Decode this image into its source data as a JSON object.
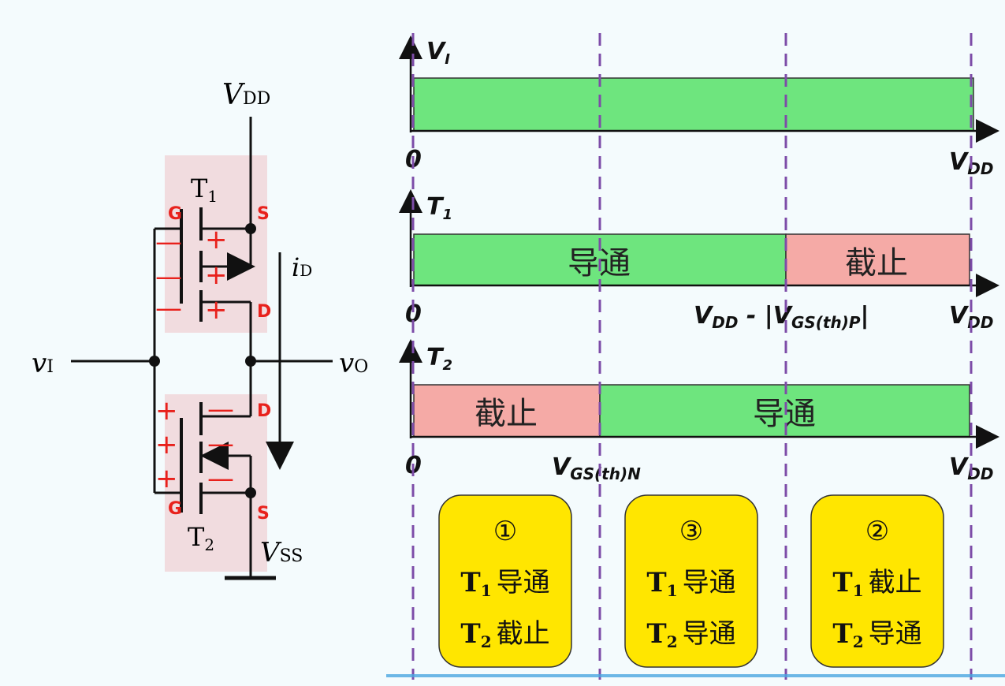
{
  "circuit": {
    "vdd": "V",
    "vdd_sub": "DD",
    "vss": "V",
    "vss_sub": "SS",
    "t1": "T",
    "t1_sub": "1",
    "t2": "T",
    "t2_sub": "2",
    "id": "i",
    "id_sub": "D",
    "vi": "v",
    "vi_sub": "I",
    "vo": "v",
    "vo_sub": "O",
    "pins": {
      "g": "G",
      "s": "S",
      "d": "D"
    },
    "plus": "+",
    "minus": "—"
  },
  "axes": [
    {
      "label": "V",
      "label_sub": "I",
      "origin": "0",
      "end": "V",
      "end_sub": "DD"
    },
    {
      "label": "T",
      "label_sub": "1",
      "origin": "0",
      "end": "V",
      "end_sub": "DD",
      "mid": "V",
      "mid_sub": "DD",
      "mid_rest": " - |V",
      "mid_sub2": "GS(th)P",
      "mid_tail": "|"
    },
    {
      "label": "T",
      "label_sub": "2",
      "origin": "0",
      "end": "V",
      "end_sub": "DD",
      "mid": "V",
      "mid_sub": "GS(th)N"
    }
  ],
  "bars": {
    "t1_on": "导通",
    "t1_off": "截止",
    "t2_off": "截止",
    "t2_on": "导通"
  },
  "regions": [
    {
      "num": "①",
      "l1": "T",
      "l1_sub": "1",
      "l1_txt": "导通",
      "l2": "T",
      "l2_sub": "2",
      "l2_txt": "截止"
    },
    {
      "num": "③",
      "l1": "T",
      "l1_sub": "1",
      "l1_txt": "导通",
      "l2": "T",
      "l2_sub": "2",
      "l2_txt": "导通"
    },
    {
      "num": "②",
      "l1": "T",
      "l1_sub": "1",
      "l1_txt": "截止",
      "l2": "T",
      "l2_sub": "2",
      "l2_txt": "导通"
    }
  ],
  "colors": {
    "on": "#6ee57e",
    "off": "#f5aaa6",
    "box": "#ffe600",
    "dash": "#7d4ca8",
    "shade": "#f1dcdf"
  }
}
